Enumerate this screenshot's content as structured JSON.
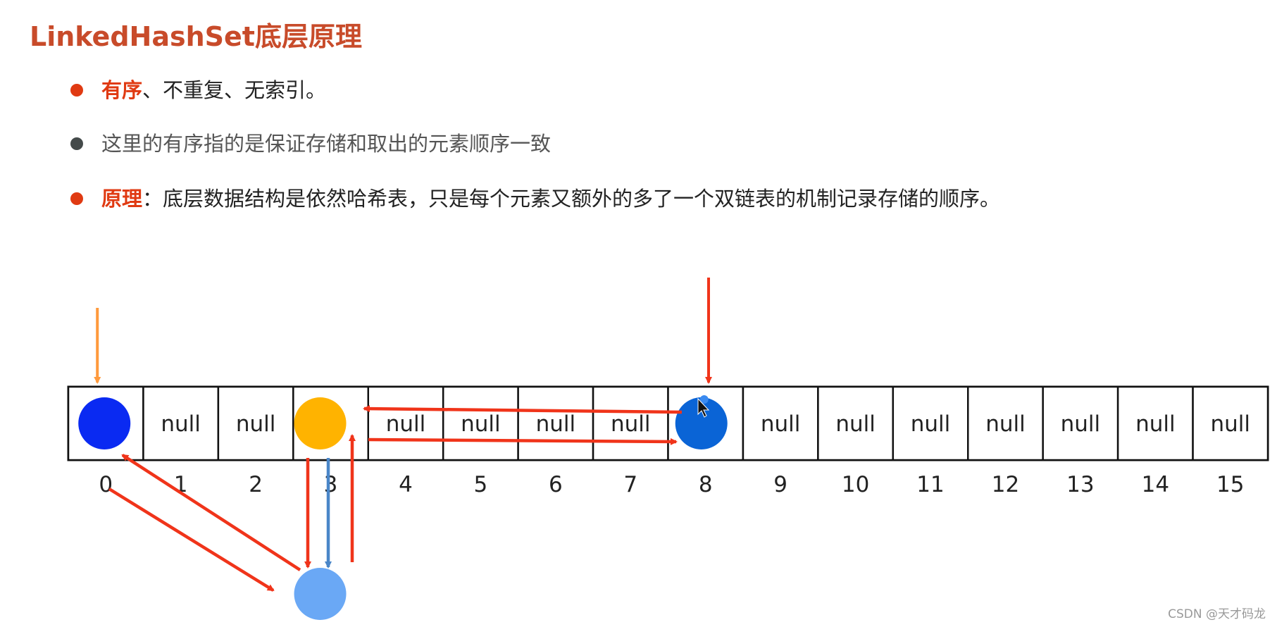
{
  "title": "LinkedHashSet底层原理",
  "bullets": [
    {
      "keyword": "有序",
      "text": "、不重复、无索引。",
      "dot_color": "#e03a12"
    },
    {
      "keyword": "",
      "text": "这里的有序指的是保证存储和取出的元素顺序一致",
      "dot_color": "#444a4a"
    },
    {
      "keyword": "原理",
      "text": "：底层数据结构是依然哈希表，只是每个元素又额外的多了一个双链表的机制记录存储的顺序。",
      "dot_color": "#e03a12"
    }
  ],
  "array": {
    "cells": [
      "",
      "null",
      "null",
      "",
      "null",
      "null",
      "null",
      "null",
      "",
      "null",
      "null",
      "null",
      "null",
      "null",
      "null",
      "null"
    ],
    "indices": [
      "0",
      "1",
      "2",
      "3",
      "4",
      "5",
      "6",
      "7",
      "8",
      "9",
      "10",
      "11",
      "12",
      "13",
      "14",
      "15"
    ]
  },
  "nodes": [
    {
      "name": "node-index-0",
      "color": "#0a2af2"
    },
    {
      "name": "node-index-3",
      "color": "#ffb300"
    },
    {
      "name": "node-index-8",
      "color": "#0a64d6"
    },
    {
      "name": "node-chained-below-3",
      "color": "#6aa8f5"
    }
  ],
  "colors": {
    "arrow_red": "#f0341a",
    "arrow_orange": "#ff9a3c",
    "arrow_blue": "#4a86c8"
  },
  "watermark": "CSDN @天才码龙"
}
